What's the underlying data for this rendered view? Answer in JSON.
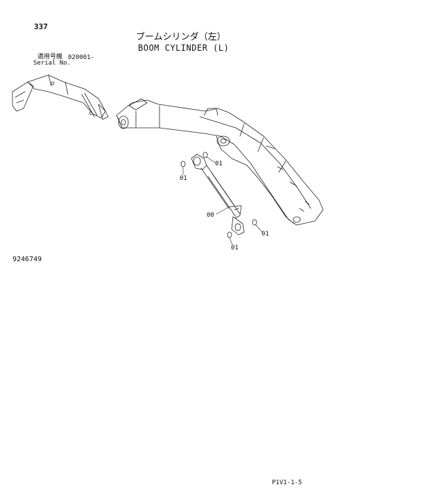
{
  "header": {
    "page_number": "337",
    "title_jp": "ブームシリンダ（左）",
    "title_en": "BOOM CYLINDER (L)"
  },
  "serial": {
    "label_jp": "適用号機",
    "label_en": "Serial No.",
    "value": "020001-"
  },
  "callouts": {
    "c1": "01",
    "c2": "01",
    "c3": "00",
    "c4": "01",
    "c5": "01"
  },
  "footer": {
    "part_number": "9246749",
    "page_ref": "P1V1-1-5"
  }
}
